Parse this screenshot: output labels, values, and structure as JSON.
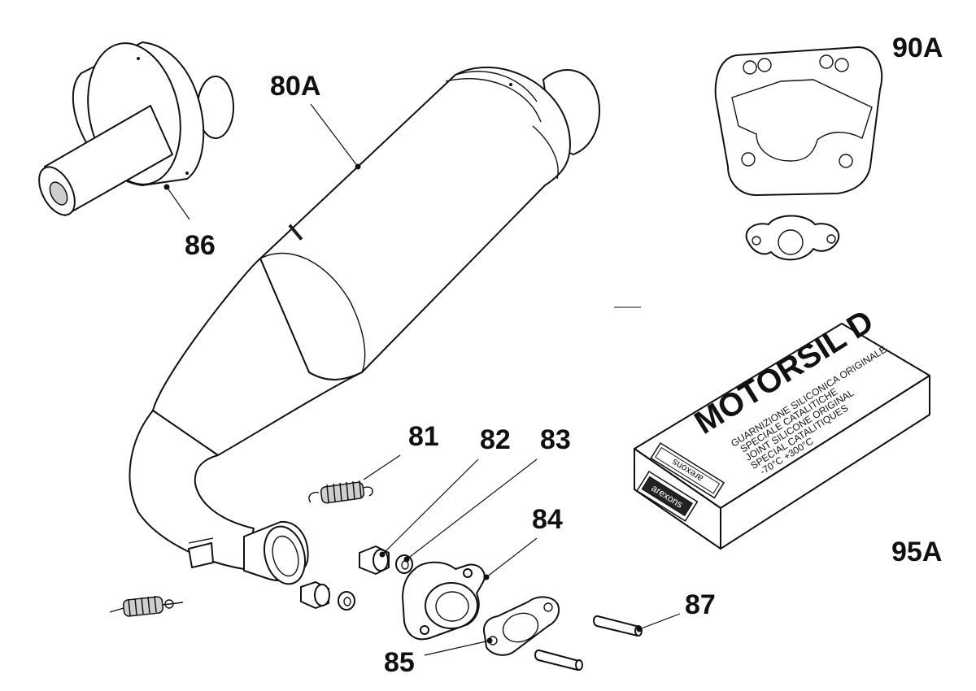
{
  "callouts": {
    "p80A": "80A",
    "p81": "81",
    "p82": "82",
    "p83": "83",
    "p84": "84",
    "p85": "85",
    "p86": "86",
    "p87": "87",
    "p90A": "90A",
    "p95A": "95A"
  },
  "sealant_box": {
    "title": "MOTORSIL D",
    "lines": [
      "GUARNIZIONE SILICONICA ORIGINALE",
      "SPECIALE CATALITICHE",
      "JOINT SILICONE ORIGINAL",
      "SPECIAL CATALITIQUES",
      "-70°C +300°C"
    ],
    "brand_top": "arexons",
    "brand_side": "arexons"
  }
}
